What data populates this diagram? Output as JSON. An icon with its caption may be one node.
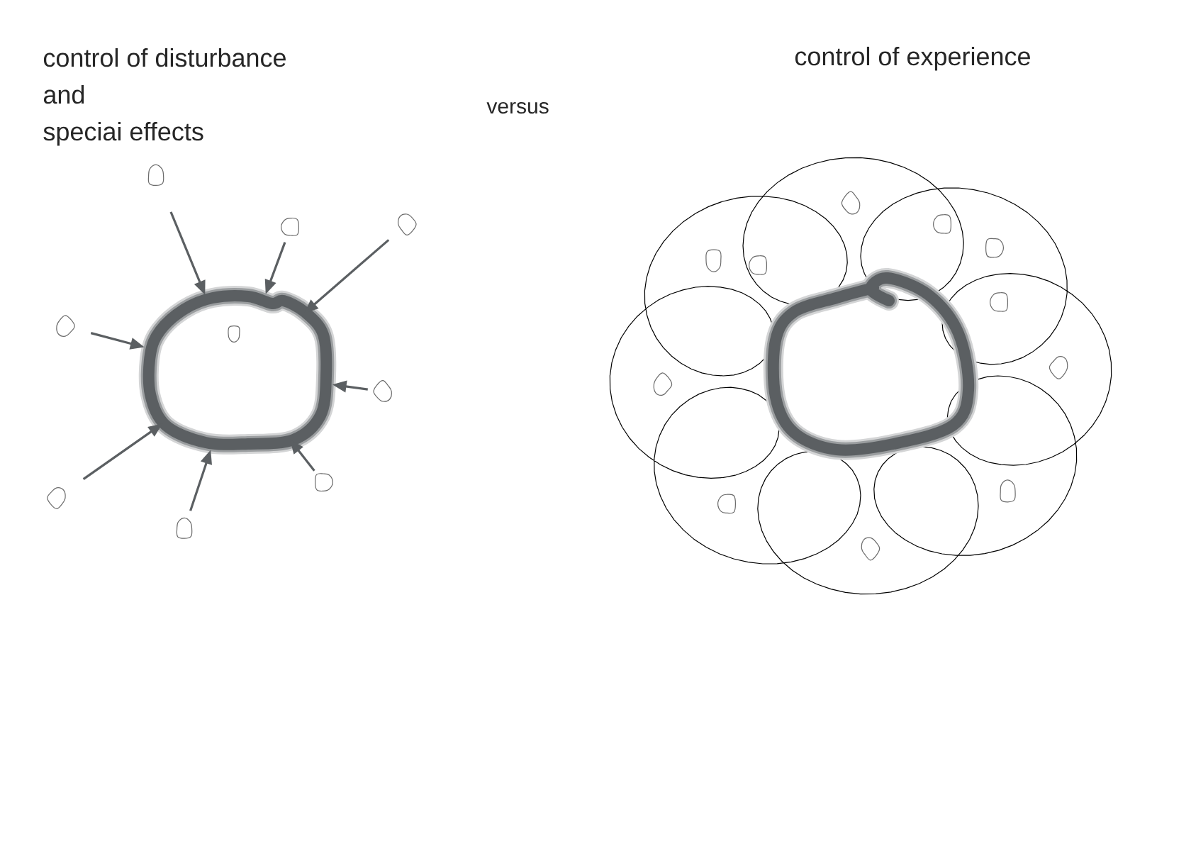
{
  "diagram": {
    "nodes": [
      {
        "text": [],
        "shape": "circle"
      },
      {
        "text": [],
        "shape": "circle"
      },
      {
        "text": [],
        "shape": "circle"
      },
      {
        "text": [],
        "shape": "circle"
      },
      {
        "text": [],
        "shape": "circle"
      },
      {
        "text": [],
        "shape": "circle",
        "in": 0
      },
      {
        "text": [],
        "shape": "circle"
      },
      {
        "text": [],
        "shape": "circle"
      },
      {
        "text": [],
        "shape": "circle"
      },
      {
        "text": [],
        "shape": "circle"
      }
    ],
    "edges": [
      {
        "from": 1,
        "to": 0,
        "arrow": "to"
      },
      {
        "from": 3,
        "to": 0,
        "arrow": "to"
      },
      {
        "from": 2,
        "to": 0,
        "arrow": "to"
      },
      {
        "from": 4,
        "to": 0,
        "arrow": "to"
      },
      {
        "from": 6,
        "to": 0,
        "arrow": "to"
      },
      {
        "from": 8,
        "to": 0,
        "arrow": "to"
      },
      {
        "from": 7,
        "to": 0,
        "arrow": "to"
      },
      {
        "from": 9,
        "to": 0,
        "arrow": "to"
      }
    ],
    "labels": [
      "control of disturbance",
      "and",
      "speciai effects",
      "versus",
      "control of experience"
    ]
  }
}
